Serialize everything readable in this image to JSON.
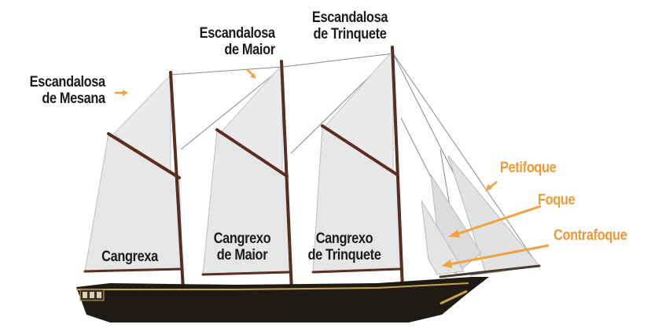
{
  "colors": {
    "sail": "#e8e8e8",
    "sail_edge": "#bdbdbd",
    "mast": "#5b2d1e",
    "hull": "#201a15",
    "hull_stripe": "#c9a24a",
    "rigging": "#8a8a8a",
    "label_dark": "#1b1b1b",
    "label_orange": "#ee9a34",
    "arrow": "#f0a23c"
  },
  "labels": {
    "escandalosa_mesana": [
      "Escandalosa",
      "de Mesana"
    ],
    "escandalosa_maior": [
      "Escandalosa",
      "de Maior"
    ],
    "escandalosa_trinquete": [
      "Escandalosa",
      "de Trinquete"
    ],
    "cangrexa": "Cangrexa",
    "cangrexo_maior": [
      "Cangrexo",
      "de Maior"
    ],
    "cangrexo_trinquete": [
      "Cangrexo",
      "de Trinquete"
    ],
    "petifoque": "Petifoque",
    "foque": "Foque",
    "contrafoque": "Contrafoque"
  },
  "icons": {
    "arrow": "arrow-icon",
    "ship": "schooner-illustration"
  }
}
